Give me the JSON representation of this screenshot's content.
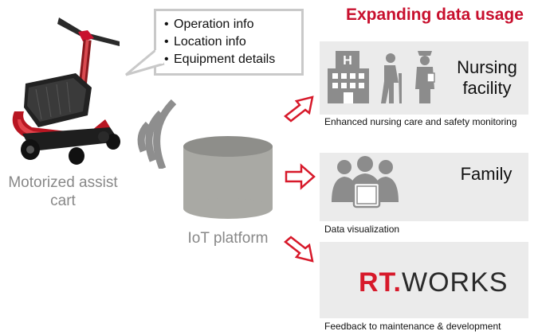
{
  "callout": {
    "items": [
      "Operation info",
      "Location info",
      "Equipment details"
    ]
  },
  "heading": "Expanding data usage",
  "cart_label": "Motorized assist cart",
  "platform_label": "IoT platform",
  "panels": {
    "nursing": {
      "title": "Nursing facility",
      "caption": "Enhanced nursing care and safety monitoring",
      "icons": [
        "hospital-icon",
        "elderly-person-icon",
        "nurse-icon"
      ]
    },
    "family": {
      "title": "Family",
      "caption": "Data visualization",
      "icons": [
        "family-tablet-icon"
      ]
    },
    "rtworks": {
      "logo_red": "RT.",
      "logo_dark": "WORKS",
      "caption": "Feedback to maintenance & development"
    }
  },
  "colors": {
    "accent_red": "#c8102e",
    "panel_bg": "#ebebeb",
    "icon_gray": "#8c8c8c",
    "cylinder_gray": "#a9a9a4",
    "wave_gray": "#8e8e8e"
  }
}
